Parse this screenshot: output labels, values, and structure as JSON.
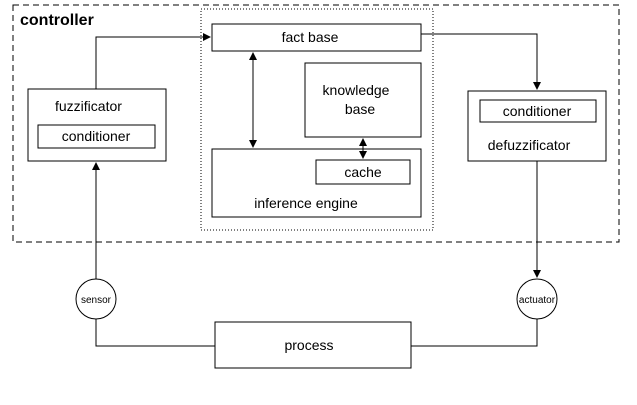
{
  "controller": {
    "label": "controller"
  },
  "fact_base": {
    "label": "fact base"
  },
  "knowledge_base": {
    "line1": "knowledge",
    "line2": "base"
  },
  "inference_engine": {
    "label": "inference engine"
  },
  "cache": {
    "label": "cache"
  },
  "fuzzificator": {
    "label": "fuzzificator",
    "conditioner": "conditioner"
  },
  "defuzzificator": {
    "label": "defuzzificator",
    "conditioner": "conditioner"
  },
  "sensor": {
    "label": "sensor"
  },
  "actuator": {
    "label": "actuator"
  },
  "process": {
    "label": "process"
  }
}
